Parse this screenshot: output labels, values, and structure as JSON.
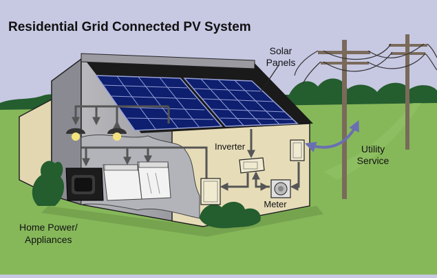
{
  "title": "Residential Grid Connected PV System",
  "labels": {
    "solar_panels_line1": "Solar",
    "solar_panels_line2": "Panels",
    "inverter": "Inverter",
    "meter": "Meter",
    "utility_line1": "Utility",
    "utility_line2": "Service",
    "home_line1": "Home Power/",
    "home_line2": "Appliances"
  },
  "colors": {
    "sky": "#c7c8e2",
    "grass": "#86b85a",
    "trees": "#245d2e",
    "wall": "#e6dcb8",
    "roof_panel": "#0d1f6e",
    "arrow": "#555555"
  }
}
